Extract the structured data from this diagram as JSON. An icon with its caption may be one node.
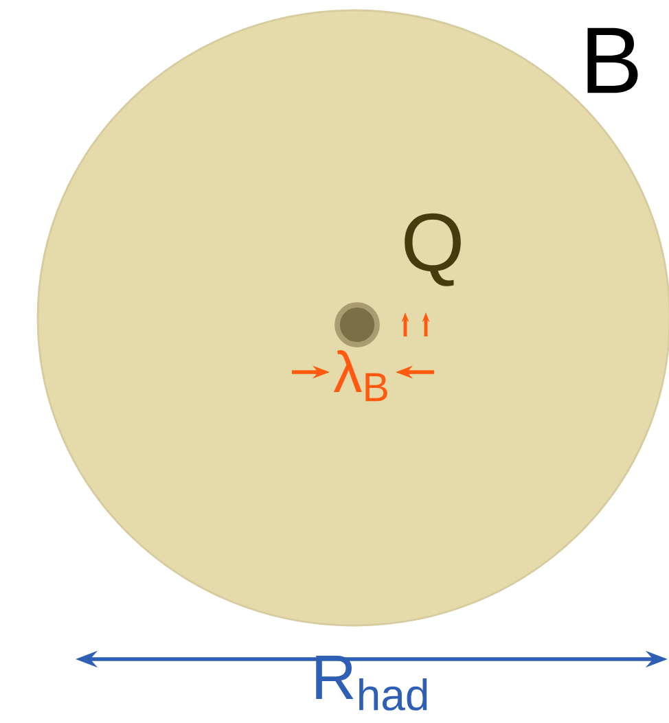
{
  "diagram": {
    "nodes": [
      {
        "text": [
          "Q"
        ]
      },
      {
        "text": [],
        "shape": "circle",
        "in": 0
      }
    ],
    "edges": [],
    "labels": [
      "B",
      "λ$_{B}$",
      "R$_{had}$"
    ]
  }
}
